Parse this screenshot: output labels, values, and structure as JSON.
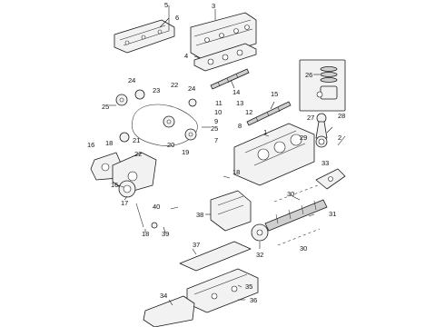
{
  "callouts": {
    "c1": "1",
    "c2": "2",
    "c3": "3",
    "c4": "4",
    "c5": "5",
    "c6": "6",
    "c7": "7",
    "c8": "8",
    "c9": "9",
    "c10": "10",
    "c11": "11",
    "c12": "12",
    "c13": "13",
    "c14": "14",
    "c15": "15",
    "c16": "16",
    "c16b": "16",
    "c17": "17",
    "c18": "18",
    "c18b": "18",
    "c18c": "18",
    "c19": "19",
    "c20": "20",
    "c21": "21",
    "c22": "22",
    "c22b": "22",
    "c23": "23",
    "c24": "24",
    "c24b": "24",
    "c25": "25",
    "c25b": "25",
    "c26": "26",
    "c27": "27",
    "c28": "28",
    "c29": "29",
    "c30": "30",
    "c30b": "30",
    "c31": "31",
    "c32": "32",
    "c33": "33",
    "c34": "34",
    "c35": "35",
    "c36": "36",
    "c37": "37",
    "c38": "38",
    "c39": "39",
    "c40": "40"
  }
}
